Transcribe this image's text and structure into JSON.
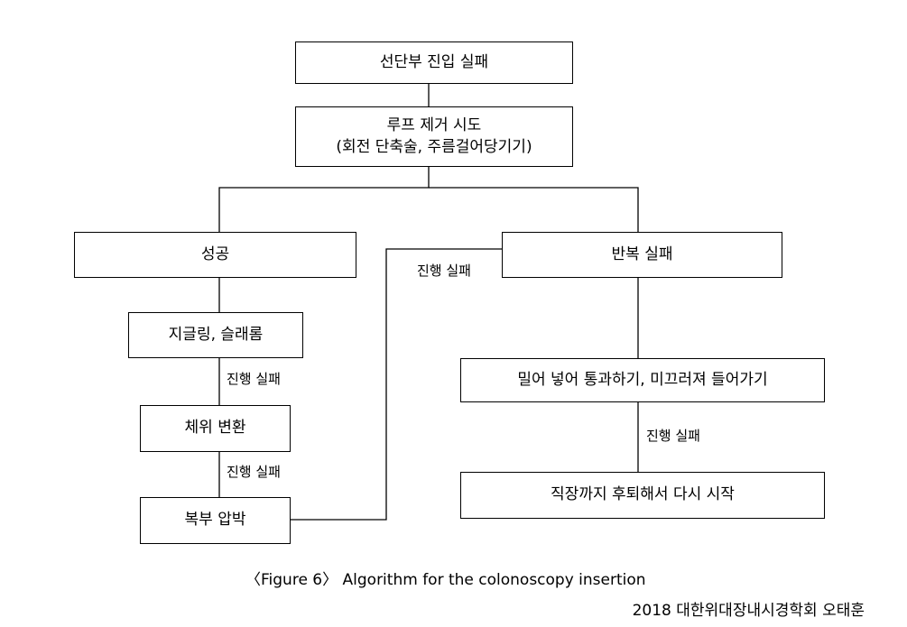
{
  "nodes": {
    "start": {
      "text": "선단부 진입 실패"
    },
    "loop_attempt": {
      "line1": "루프 제거 시도",
      "line2": "(회전 단축술, 주름걸어당기기)"
    },
    "success": {
      "text": "성공"
    },
    "repeat_fail": {
      "text": "반복 실패"
    },
    "jiggling": {
      "text": "지글링, 슬래롬"
    },
    "position_change": {
      "text": "체위 변환"
    },
    "abdominal_pressure": {
      "text": "복부 압박"
    },
    "push_slide": {
      "text": "밀어 넣어 통과하기, 미끄러져 들어가기"
    },
    "retreat_restart": {
      "text": "직장까지 후퇴해서 다시 시작"
    }
  },
  "edge_labels": {
    "progress_fail_cross": "진행 실패",
    "progress_fail_1": "진행 실패",
    "progress_fail_2": "진행 실패",
    "progress_fail_3": "진행 실패"
  },
  "caption": "〈Figure 6〉 Algorithm for the colonoscopy insertion",
  "credit": "2018 대한위대장내시경학회 오태훈"
}
